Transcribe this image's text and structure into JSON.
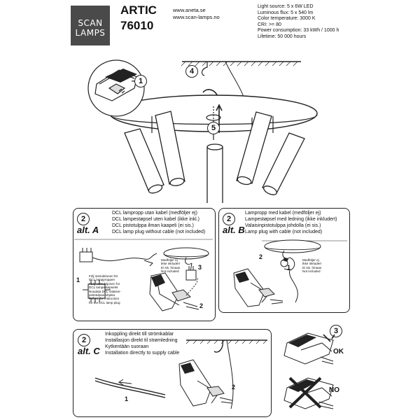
{
  "brand": {
    "line1": "SCAN",
    "line2": "LAMPS"
  },
  "product": {
    "name": "ARTIC",
    "number": "76010"
  },
  "websites": [
    "www.aneta.se",
    "www.scan-lamps.no"
  ],
  "specs": [
    "Light source: 5 x 6W LED",
    "Luminous flux: 5 x 540 lm",
    "Color temperature: 3000 K",
    "CRI: >= 80",
    "Power consumption: 33 kWh / 1000 h",
    "Lifetime: 50 000 hours"
  ],
  "main_steps": {
    "s1": "1",
    "s4": "4",
    "s5": "5"
  },
  "alt_a": {
    "step": "2",
    "label": "alt. A",
    "lines": [
      "DCL lampropp utan kabel (medföljer ej)",
      "DCL lampestøpsel uten kabel (ikke inkl.)",
      "DCL  pistotulppa ilman kaapeli (ei sis.)",
      "DCL lamp plug without cable (not included)"
    ],
    "note_included": [
      "Medföljer ej",
      "Ikke inkludert",
      "Ei sis. hinaan",
      "Not included"
    ],
    "instructions": [
      "Följ instruktionen för",
      "DCL lampproppen",
      "Følg instruksjonen for",
      "DCL lampestøpselet",
      "Noudata DCL valaisin-",
      "pistotulpan ohjeita",
      "Follow the instruction",
      "for the DCL lamp plug"
    ],
    "n1": "1",
    "n2": "2",
    "n3": "3"
  },
  "alt_b": {
    "step": "2",
    "label": "alt. B",
    "lines": [
      "Lampropp med kabel (medföljer ej)",
      "Lampestøpsel med ledning (ikke inkludert)",
      "Valaisinpistotulppa johdolla (ei sis.)",
      "Lamp plug with cable (not included)"
    ],
    "note_included": [
      "Medföljer ej",
      "Ikke inkludert",
      "Ei sis. hinaan",
      "Not included"
    ],
    "n1": "1",
    "n2": "2"
  },
  "alt_c": {
    "step": "2",
    "label": "alt. C",
    "lines": [
      "Inkoppling direkt till strömkablar",
      "Installasjon direkt til strømledning",
      "Kytkentään suoraan",
      "Installation directly to supply cable"
    ],
    "n1": "1",
    "n2": "2"
  },
  "step3": {
    "step": "3",
    "ok": "OK",
    "no": "NO"
  }
}
